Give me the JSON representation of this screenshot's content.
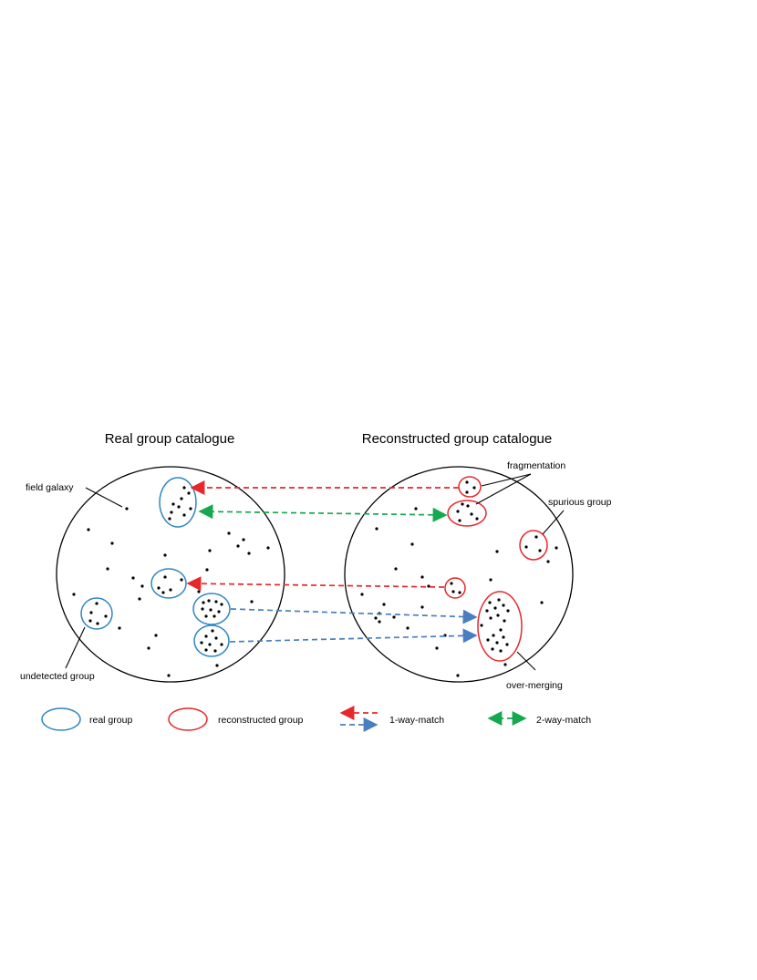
{
  "titles": {
    "left": "Real group catalogue",
    "right": "Reconstructed group catalogue"
  },
  "annotations": {
    "field_galaxy": "field galaxy",
    "undetected_group": "undetected group",
    "fragmentation": "fragmentation",
    "spurious_group": "spurious group",
    "over_merging": "over-merging"
  },
  "legend": {
    "real_group": "real group",
    "reconstructed_group": "reconstructed group",
    "one_way_match": "1-way-match",
    "two_way_match": "2-way-match"
  },
  "colors": {
    "real_group": "#2E86C1",
    "reconstructed_group": "#E8272A",
    "one_way_red": "#E8272A",
    "one_way_blue": "#4A7EC0",
    "two_way_green": "#16A84E",
    "dots": "#000000"
  }
}
